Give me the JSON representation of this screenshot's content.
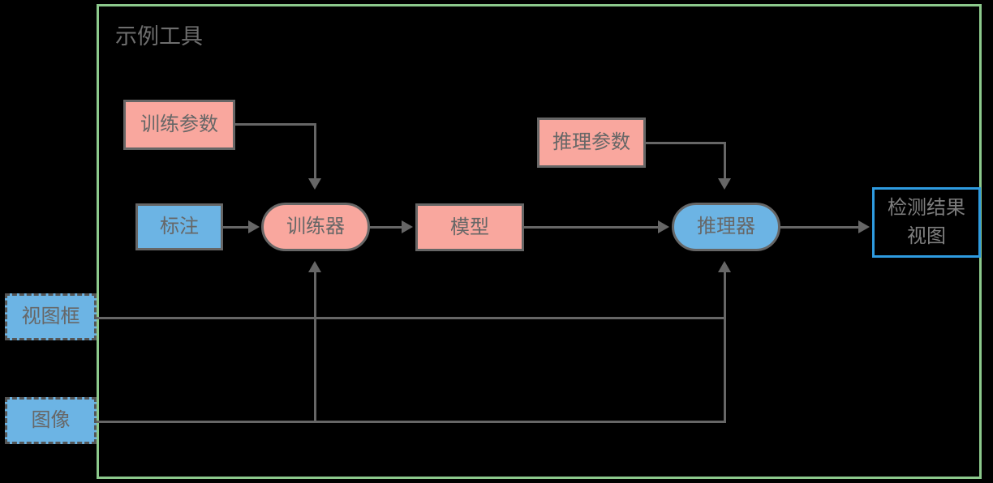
{
  "diagram": {
    "type": "flowchart",
    "background_color": "#000000",
    "edge_color": "#666666",
    "container": {
      "title": "示例工具",
      "border_color": "#8CC98C",
      "title_color": "#6E6E6E"
    },
    "nodes": [
      {
        "id": "train-params",
        "label": "训练参数",
        "shape": "rectangle",
        "fill": "#F9A79E",
        "stroke": "#666666"
      },
      {
        "id": "annotation",
        "label": "标注",
        "shape": "rectangle",
        "fill": "#6CB4E4",
        "stroke": "#666666"
      },
      {
        "id": "trainer",
        "label": "训练器",
        "shape": "stadium",
        "fill": "#F9A79E",
        "stroke": "#666666"
      },
      {
        "id": "model",
        "label": "模型",
        "shape": "rectangle",
        "fill": "#F9A79E",
        "stroke": "#666666"
      },
      {
        "id": "infer-params",
        "label": "推理参数",
        "shape": "rectangle",
        "fill": "#F9A79E",
        "stroke": "#666666"
      },
      {
        "id": "inferencer",
        "label": "推理器",
        "shape": "stadium",
        "fill": "#6CB4E4",
        "stroke": "#666666"
      },
      {
        "id": "result-view",
        "label_line1": "检测结果",
        "label_line2": "视图",
        "shape": "rectangle-outline",
        "fill": "transparent",
        "stroke": "#2E9BE0"
      },
      {
        "id": "view-box",
        "label": "视图框",
        "shape": "dashed-rectangle",
        "fill": "#6CB4E4",
        "stroke": "#555555"
      },
      {
        "id": "image",
        "label": "图像",
        "shape": "dashed-rectangle",
        "fill": "#6CB4E4",
        "stroke": "#555555"
      }
    ],
    "edges": [
      {
        "from": "train-params",
        "to": "trainer",
        "style": "orthogonal",
        "arrow": "down"
      },
      {
        "from": "annotation",
        "to": "trainer",
        "style": "straight",
        "arrow": "right"
      },
      {
        "from": "trainer",
        "to": "model",
        "style": "straight",
        "arrow": "right"
      },
      {
        "from": "model",
        "to": "inferencer",
        "style": "straight",
        "arrow": "right"
      },
      {
        "from": "infer-params",
        "to": "inferencer",
        "style": "orthogonal",
        "arrow": "down"
      },
      {
        "from": "inferencer",
        "to": "result-view",
        "style": "straight",
        "arrow": "right"
      },
      {
        "from": "view-box",
        "to": "trainer",
        "style": "orthogonal",
        "arrow": "up"
      },
      {
        "from": "view-box",
        "to": "inferencer",
        "style": "orthogonal",
        "arrow": "up"
      },
      {
        "from": "image",
        "to": "trainer",
        "style": "orthogonal",
        "arrow": "up"
      },
      {
        "from": "image",
        "to": "inferencer",
        "style": "orthogonal",
        "arrow": "up"
      }
    ]
  }
}
